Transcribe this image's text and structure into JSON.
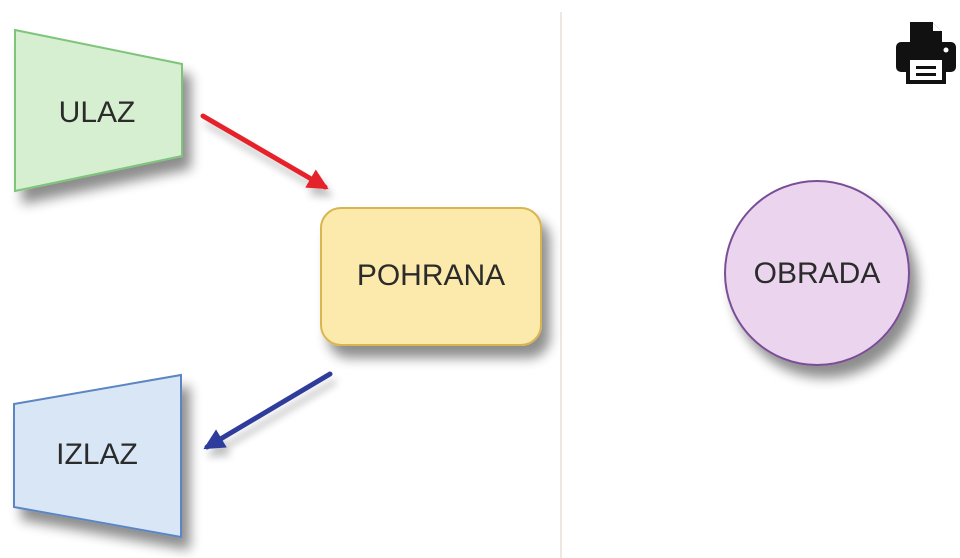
{
  "nodes": {
    "input": {
      "label": "ULAZ",
      "fill": "#d6efd0",
      "stroke": "#7ec47a"
    },
    "storage": {
      "label": "POHRANA",
      "fill": "#fbeaab",
      "stroke": "#d9b54e"
    },
    "processing": {
      "label": "OBRADA",
      "fill": "#ead4ee",
      "stroke": "#7a4e96"
    },
    "output": {
      "label": "IZLAZ",
      "fill": "#d8e6f5",
      "stroke": "#5b86c2"
    }
  },
  "arrow_colors": {
    "red": "#e5232b",
    "blue": "#2e3e9c"
  },
  "toolbar": {
    "print_icon": "printer-icon"
  }
}
